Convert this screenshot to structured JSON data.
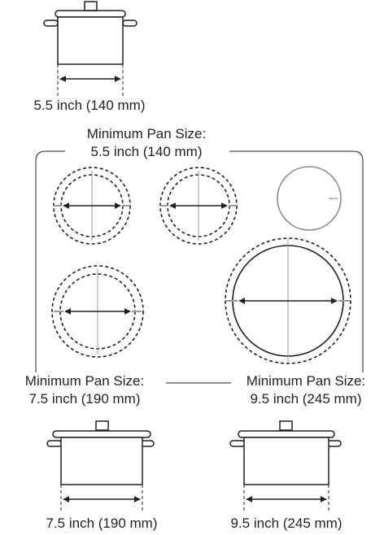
{
  "pots": {
    "top": {
      "size_label": "5.5 inch (140 mm)"
    },
    "bottom_left": {
      "size_label": "7.5 inch (190 mm)"
    },
    "bottom_right": {
      "size_label": "9.5 inch (245 mm)"
    }
  },
  "cooktop": {
    "top_callout": {
      "line1": "Minimum Pan Size:",
      "line2": "5.5 inch (140 mm)"
    },
    "left_callout": {
      "line1": "Minimum Pan Size:",
      "line2": "7.5 inch (190 mm)"
    },
    "right_callout": {
      "line1": "Minimum Pan Size:",
      "line2": "9.5 inch (245 mm)"
    },
    "warmer_label": "Warmer"
  },
  "colors": {
    "ink": "#231f20",
    "warmer_outline": "#8a8a8a",
    "zone_center_line": "#9a9a9a"
  }
}
